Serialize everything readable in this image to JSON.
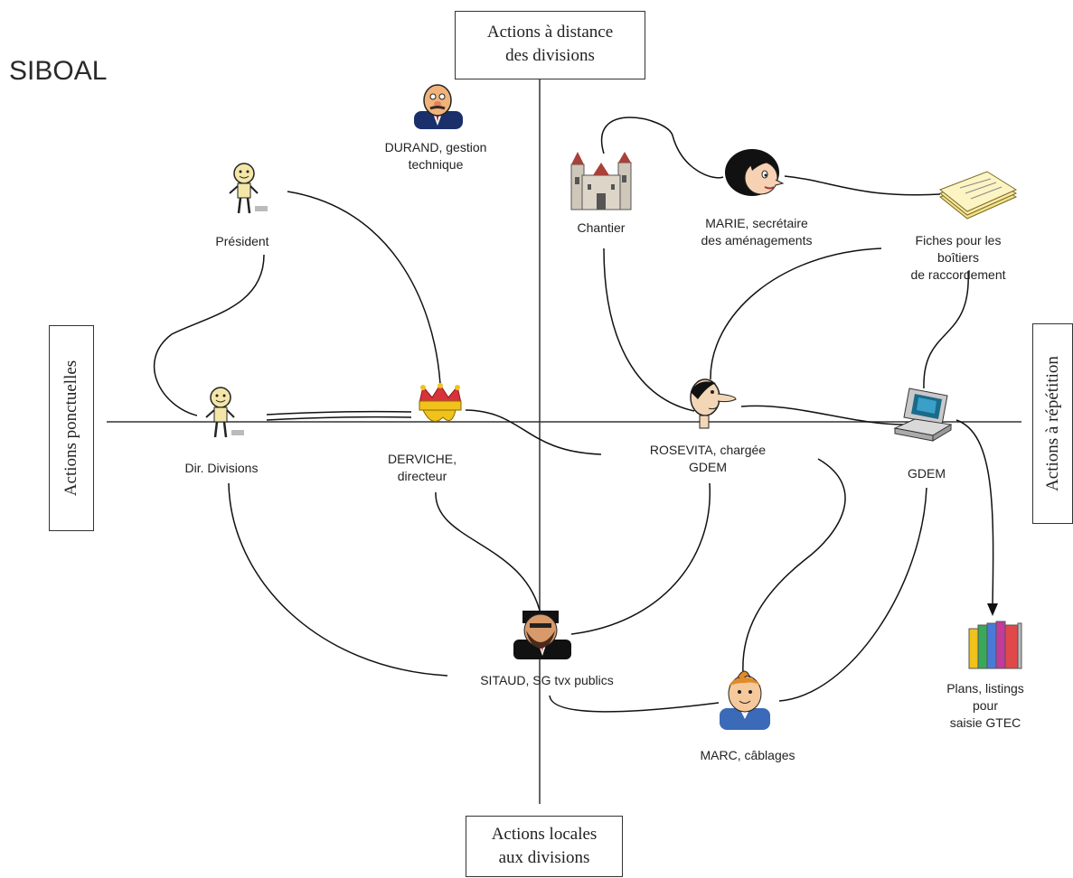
{
  "title": "SIBOAL",
  "axes": {
    "top": [
      "Actions à distance",
      "des divisions"
    ],
    "bottom": [
      "Actions locales",
      "aux divisions"
    ],
    "left": "Actions ponctuelles",
    "right": "Actions à répétition"
  },
  "nodes": {
    "durand": "DURAND, gestion\ntechnique",
    "president": "Président",
    "chantier": "Chantier",
    "marie": "MARIE, secrétaire\ndes aménagements",
    "fiches": "Fiches pour les boîtiers\nde raccordement",
    "dir_divisions": "Dir. Divisions",
    "derviche": "DERVICHE,\ndirecteur",
    "rosevita": "ROSEVITA, chargée\nGDEM",
    "gdem": "GDEM",
    "sitaud": "SITAUD, SG tvx publics",
    "marc": "MARC, câblages",
    "plans": "Plans, listings pour\nsaisie GTEC"
  },
  "icons": {
    "durand": "bald-man-icon",
    "president": "smiley-figure-icon",
    "chantier": "castle-icon",
    "marie": "woman-face-icon",
    "fiches": "papers-icon",
    "dir_divisions": "smiley-figure-icon",
    "derviche": "crown-icon",
    "rosevita": "face-profile-icon",
    "gdem": "computer-icon",
    "sitaud": "bearded-man-icon",
    "marc": "tintin-icon",
    "plans": "binders-icon"
  }
}
